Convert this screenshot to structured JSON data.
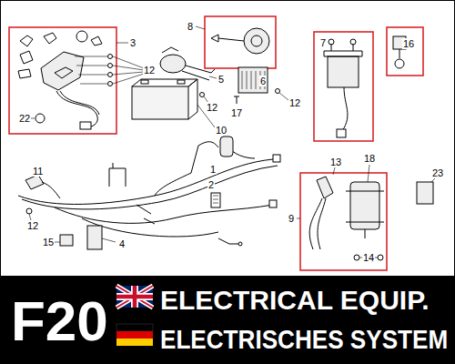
{
  "diagram": {
    "nodes": [
      {
        "text": [
          "F20",
          "ELECTRICAL EQUIP.",
          "ELECTRISCHES SYSTEM"
        ]
      }
    ],
    "labels": [
      "3",
      "12",
      "22",
      "8",
      "5",
      "12",
      "6",
      "12",
      "17",
      "7",
      "16",
      "10",
      "11",
      "12",
      "1",
      "2",
      "15",
      "4",
      "13",
      "18",
      "9",
      "14",
      "23"
    ]
  }
}
